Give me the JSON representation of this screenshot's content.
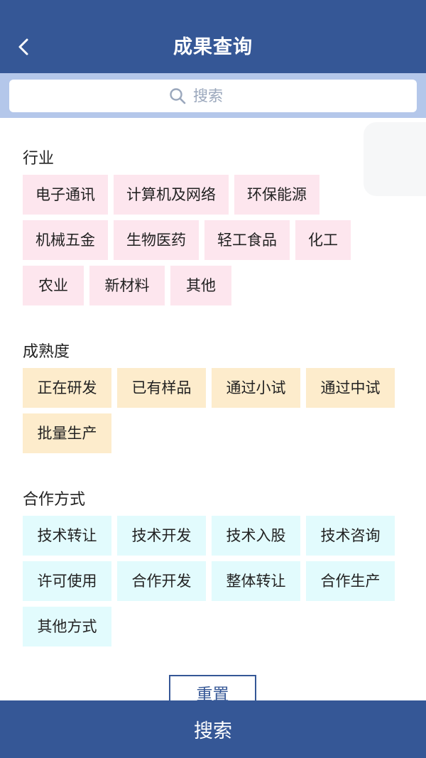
{
  "header": {
    "title": "成果查询"
  },
  "search": {
    "placeholder": "搜索"
  },
  "sections": {
    "industry": {
      "title": "行业",
      "tags": [
        "电子通讯",
        "计算机及网络",
        "环保能源",
        "机械五金",
        "生物医药",
        "轻工食品",
        "化工",
        "农业",
        "新材料",
        "其他"
      ]
    },
    "maturity": {
      "title": "成熟度",
      "tags": [
        "正在研发",
        "已有样品",
        "通过小试",
        "通过中试",
        "批量生产"
      ]
    },
    "coop": {
      "title": "合作方式",
      "tags": [
        "技术转让",
        "技术开发",
        "技术入股",
        "技术咨询",
        "许可使用",
        "合作开发",
        "整体转让",
        "合作生产",
        "其他方式"
      ]
    }
  },
  "actions": {
    "reset_label": "重置",
    "search_label": "搜索"
  },
  "colors": {
    "primary": "#355796",
    "industry_tag": "#fde6ee",
    "maturity_tag": "#fdeccc",
    "coop_tag": "#e2fbfd",
    "search_band": "#b4c7ea"
  },
  "icons": {
    "back": "chevron-left-icon",
    "search": "search-icon"
  }
}
